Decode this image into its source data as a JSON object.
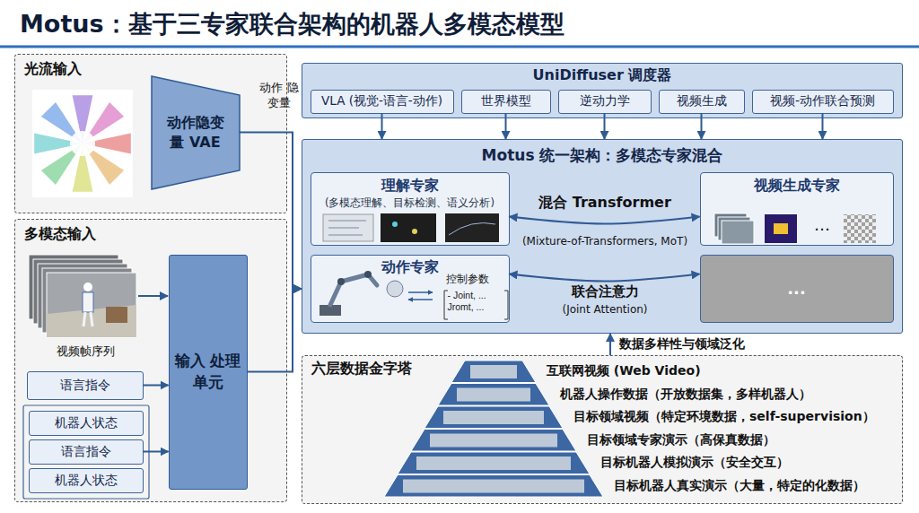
{
  "diagram": {
    "title": "Motus：基于三专家联合架构的机器人多模态模型",
    "nodes": [
      {
        "text": [
          "光流输入"
        ]
      },
      {
        "text": [
          "动作隐变量 VAE"
        ],
        "in": 0
      },
      {
        "text": [
          "UniDiffuser 调度器"
        ]
      },
      {
        "text": [
          "VLA (视觉-语言-动作)"
        ],
        "in": 2
      },
      {
        "text": [
          "世界模型"
        ],
        "in": 2
      },
      {
        "text": [
          "逆动力学"
        ],
        "in": 2
      },
      {
        "text": [
          "视频生成"
        ],
        "in": 2
      },
      {
        "text": [
          "视频-动作联合预测"
        ],
        "in": 2
      },
      {
        "text": [
          "Motus 统一架构：多模态专家混合"
        ]
      },
      {
        "text": [
          "理解专家",
          "(多模态理解、目标检测、语义分析)"
        ],
        "in": 8
      },
      {
        "text": [
          "视频生成专家"
        ],
        "in": 8
      },
      {
        "text": [
          "动作专家",
          "控制参数",
          "- Joint, ... Jromt, ..."
        ],
        "in": 8
      },
      {
        "text": [
          "..."
        ],
        "in": 8
      },
      {
        "text": [
          "多模态输入"
        ]
      },
      {
        "text": [
          "语言指令"
        ],
        "in": 13
      },
      {
        "text": [
          "机器人状态"
        ],
        "in": 13
      },
      {
        "text": [
          "语言指令"
        ],
        "in": 13
      },
      {
        "text": [
          "机器人状态"
        ],
        "in": 13
      },
      {
        "text": [
          "输入 处理单元"
        ],
        "in": 13
      },
      {
        "text": [
          "六层数据金字塔"
        ]
      }
    ],
    "edges": [
      {
        "from": 1,
        "to": 8,
        "arrow": "to",
        "label": "动作 隐变量"
      },
      {
        "from": 18,
        "to": 8,
        "arrow": "to"
      },
      {
        "from": 3,
        "to": 8,
        "arrow": "to"
      },
      {
        "from": 4,
        "to": 8,
        "arrow": "to"
      },
      {
        "from": 5,
        "to": 8,
        "arrow": "to"
      },
      {
        "from": 6,
        "to": 8,
        "arrow": "to"
      },
      {
        "from": 7,
        "to": 8,
        "arrow": "to"
      },
      {
        "from": 9,
        "to": 10,
        "arrow": "both",
        "label": "混合 Transformer"
      },
      {
        "from": 11,
        "to": 12,
        "arrow": "both",
        "label": "联合注意力"
      },
      {
        "from": 19,
        "to": 8,
        "arrow": "to",
        "label": "数据多样性与领域泛化"
      },
      {
        "from": 14,
        "to": 18,
        "arrow": "to"
      },
      {
        "from": 16,
        "to": 18,
        "arrow": "to"
      }
    ],
    "labels": [
      "视频帧序列",
      "(Mixture-of-Transformers, MoT)",
      "(Joint Attention)",
      "…",
      "互联网视频 (Web Video)",
      "机器人操作数据（开放数据集，多样机器人）",
      "目标领域视频（特定环境数据，self-supervision）",
      "目标领域专家演示（高保真数据）",
      "目标机器人模拟演示（安全交互）",
      "目标机器人真实演示（大量，特定的化数据）"
    ]
  }
}
